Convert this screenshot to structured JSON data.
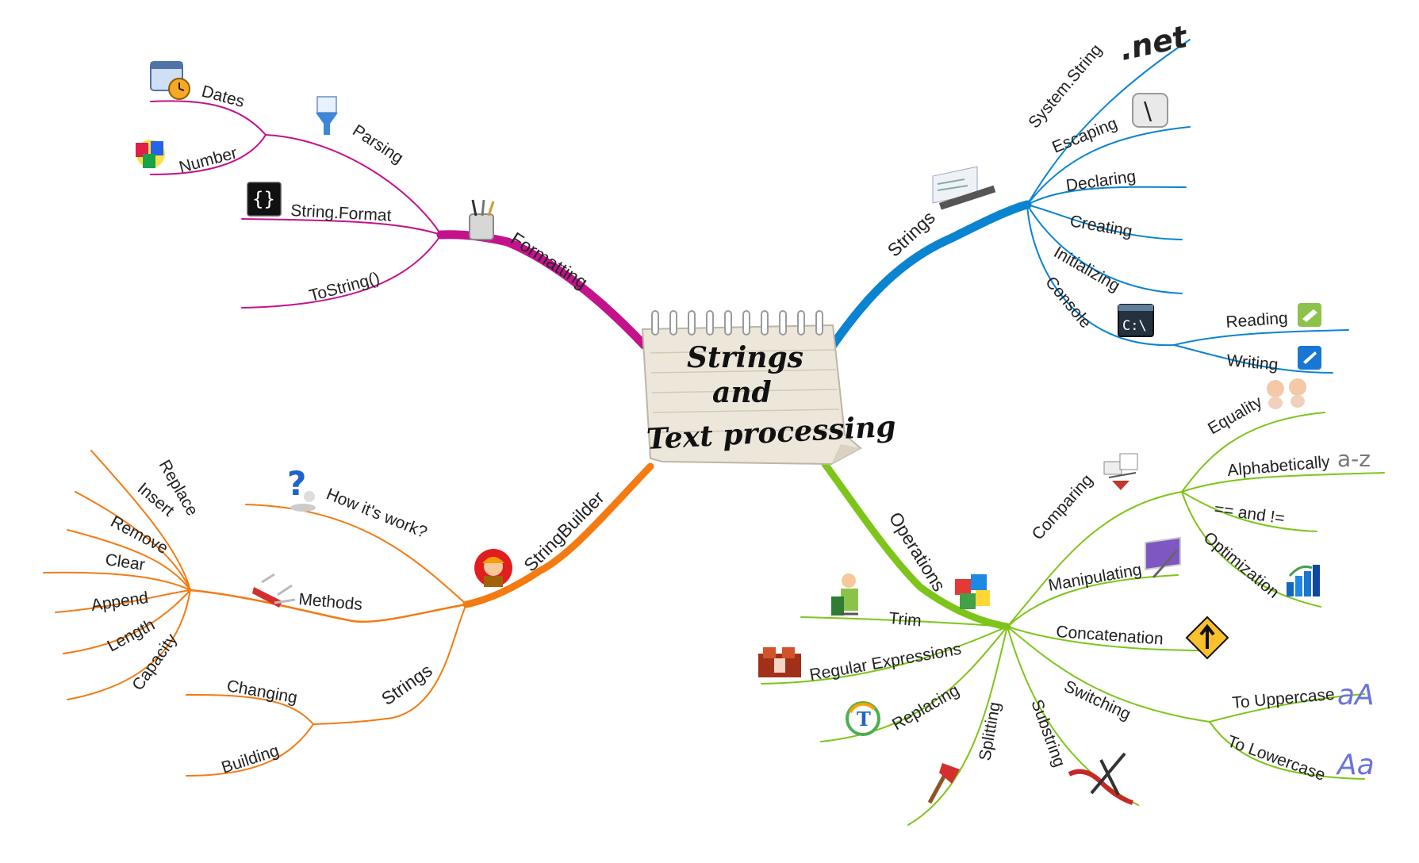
{
  "center": {
    "line1": "Strings",
    "line2": "and",
    "line3": "Text processing"
  },
  "colors": {
    "strings": "#0a84d0",
    "formatting": "#c4128c",
    "stringbuilder": "#f47a12",
    "operations": "#7dc51a"
  },
  "strings_branch": {
    "label": "Strings",
    "children": [
      "System.String",
      "Escaping",
      "Declaring",
      "Creating",
      "Initializing",
      "Console"
    ],
    "console_children": [
      "Reading",
      "Writing"
    ],
    "net_logo": ".net",
    "console_icon_text": "C:\\",
    "escape_icon_text": "\\"
  },
  "formatting_branch": {
    "label": "Formatting",
    "children": [
      "Parsing",
      "String.Format",
      "ToString()"
    ],
    "parsing_children": [
      "Dates",
      "Number"
    ],
    "format_icon_text": "{}"
  },
  "stringbuilder_branch": {
    "label": "StringBuilder",
    "children": [
      "How it's work?",
      "Methods",
      "Strings"
    ],
    "methods_children": [
      "Replace",
      "Insert",
      "Remove",
      "Clear",
      "Append",
      "Length",
      "Capacity"
    ],
    "strings_children": [
      "Changing",
      "Building"
    ]
  },
  "operations_branch": {
    "label": "Operations",
    "children": [
      "Comparing",
      "Manipulating",
      "Concatenation",
      "Switching",
      "Substring",
      "Splitting",
      "Replacing",
      "Regular Expressions",
      "Trim"
    ],
    "comparing_children": [
      "Equality",
      "Alphabetically",
      "== and !=",
      "Optimization"
    ],
    "switching_children": [
      "To Uppercase",
      "To Lowercase"
    ],
    "az_icon_text": "a-z",
    "upper_icon_text": "aA",
    "lower_icon_text": "Aa",
    "replace_icon_text": "T"
  }
}
